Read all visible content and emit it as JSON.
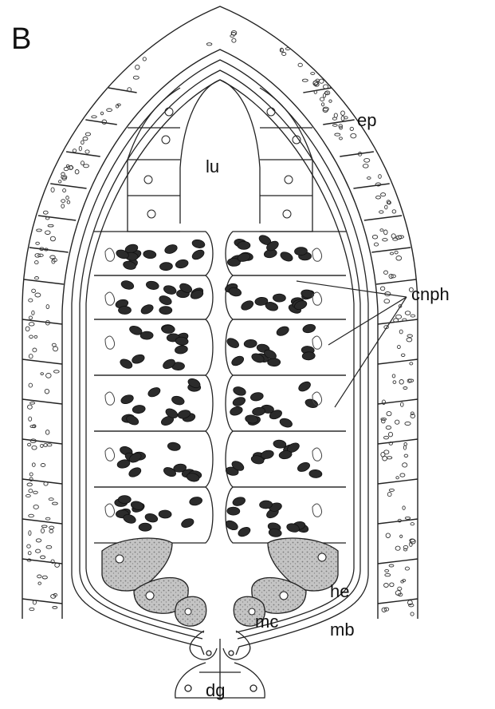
{
  "figure": {
    "panel_letter": "B",
    "labels": {
      "ep": "ep",
      "lu": "lu",
      "cnph": "cnph",
      "he": "he",
      "mc": "mc",
      "mb": "mb",
      "dg": "dg"
    }
  },
  "colors": {
    "line": "#222222",
    "nematocyst_fill": "#2b2b2b",
    "gland_fill": "#b8b8b8",
    "background": "#ffffff"
  }
}
